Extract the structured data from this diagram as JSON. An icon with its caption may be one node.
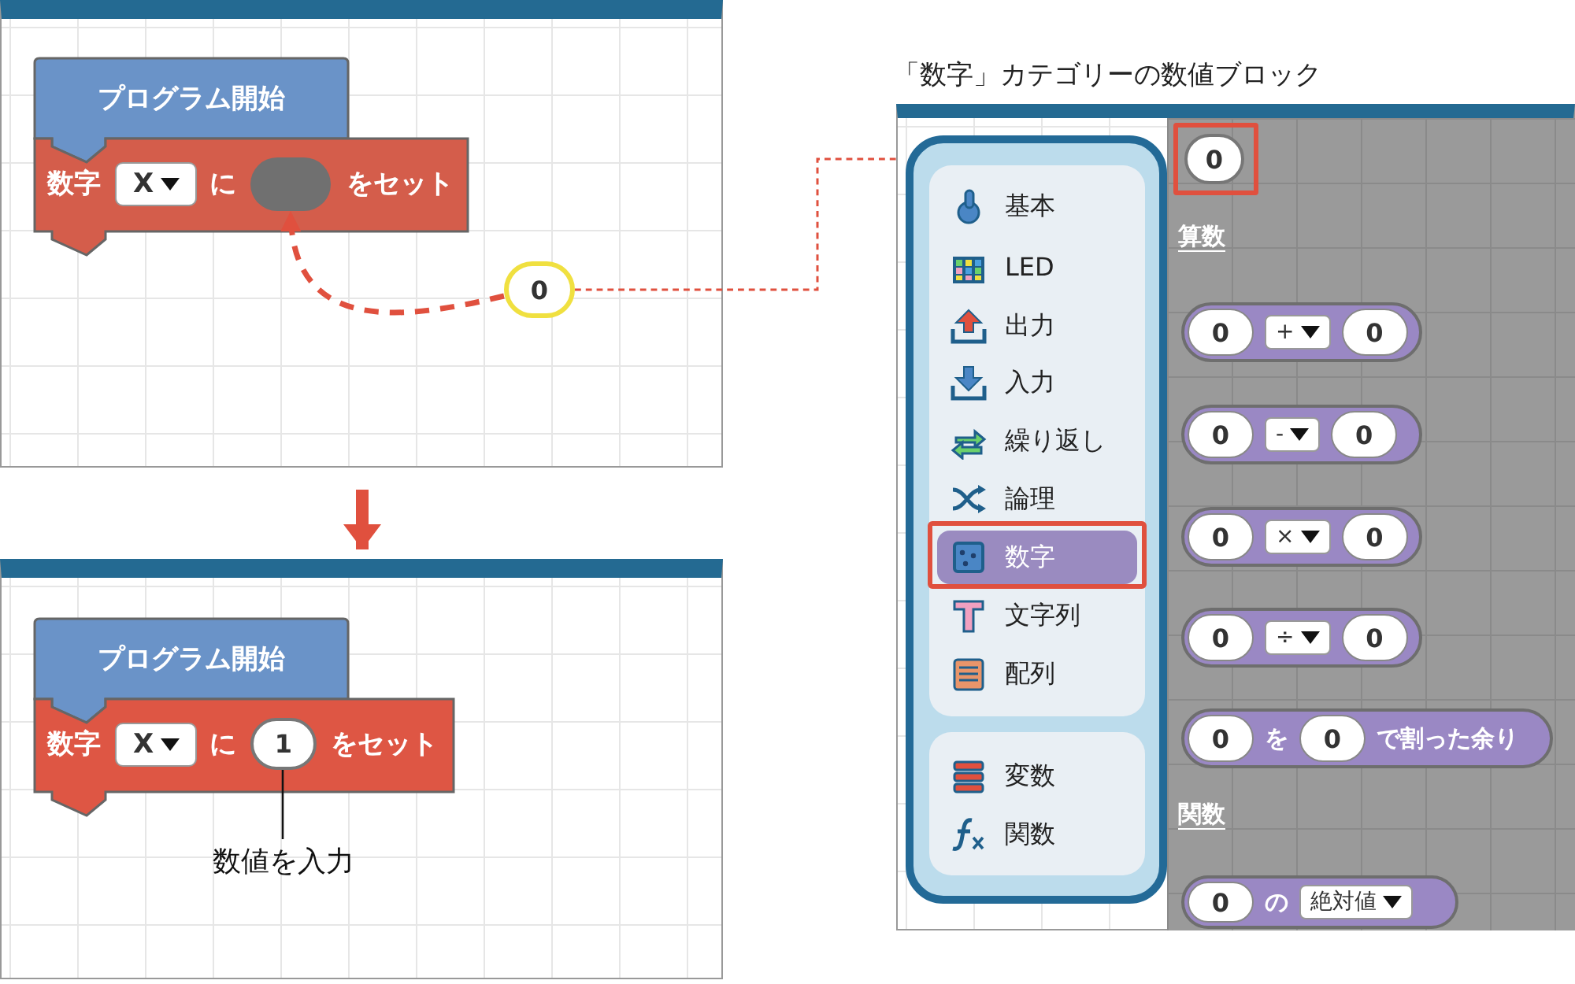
{
  "diagram": {
    "nodes": [
      {
        "text": [],
        "shape": "box"
      },
      {
        "text": [
          "プログラム開始"
        ],
        "in": 0
      },
      {
        "text": [
          "数字",
          "に",
          "をセット"
        ],
        "in": 0
      },
      {
        "text": [
          "X"
        ],
        "in": 2
      },
      {
        "text": [],
        "shape": "box",
        "in": 2
      },
      {
        "text": [
          "0"
        ],
        "in": 0
      },
      {
        "text": [],
        "shape": "box"
      },
      {
        "text": [
          "プログラム開始"
        ],
        "in": 6
      },
      {
        "text": [
          "数字",
          "に",
          "をセット"
        ],
        "in": 6
      },
      {
        "text": [
          "X"
        ],
        "in": 8
      },
      {
        "text": [
          "1"
        ],
        "in": 8
      },
      {
        "text": [
          "数値を入力"
        ],
        "in": 6
      },
      {
        "text": [
          "「数字」カテゴリーの数値ブロック"
        ]
      },
      {
        "text": [],
        "shape": "box",
        "in": 12
      },
      {
        "text": [],
        "shape": "box",
        "in": 13
      },
      {
        "text": [
          "基本"
        ],
        "in": 14
      },
      {
        "text": [
          "LED"
        ],
        "in": 14
      },
      {
        "text": [
          "出力"
        ],
        "in": 14
      },
      {
        "text": [
          "入力"
        ],
        "in": 14
      },
      {
        "text": [
          "繰り返し"
        ],
        "in": 14
      },
      {
        "text": [
          "論理"
        ],
        "in": 14
      },
      {
        "text": [
          "数字"
        ],
        "in": 14
      },
      {
        "text": [
          "文字列"
        ],
        "in": 14
      },
      {
        "text": [
          "配列"
        ],
        "in": 14
      },
      {
        "text": [],
        "shape": "box",
        "in": 13
      },
      {
        "text": [
          "変数"
        ],
        "in": 24
      },
      {
        "text": [
          "関数"
        ],
        "in": 24
      },
      {
        "text": [],
        "shape": "box",
        "in": 12
      },
      {
        "text": [
          "0"
        ],
        "in": 27
      },
      {
        "text": [
          "0",
          "+",
          "0"
        ],
        "in": 27
      },
      {
        "text": [
          "0",
          "-",
          "0"
        ],
        "in": 27
      },
      {
        "text": [
          "0",
          "×",
          "0"
        ],
        "in": 27
      },
      {
        "text": [
          "0",
          "÷",
          "0"
        ],
        "in": 27
      },
      {
        "text": [
          "0",
          "を",
          "0",
          "で割った余り"
        ],
        "in": 27
      },
      {
        "text": [
          "0",
          "の",
          "絶対値"
        ],
        "in": 27
      }
    ],
    "edges": [
      {
        "from": 5,
        "to": 4,
        "arrow": "to",
        "style": "dashed",
        "color": "#e0503e"
      },
      {
        "from": 5,
        "to": 28,
        "arrow": "none",
        "style": "dashed",
        "color": "#e0503e"
      },
      {
        "from": 0,
        "to": 6,
        "arrow": "to",
        "style": "thick",
        "color": "#e0503e"
      },
      {
        "from": 11,
        "to": 10,
        "arrow": "none",
        "color": "#111111"
      }
    ],
    "labels": [
      "算数",
      "関数"
    ]
  }
}
